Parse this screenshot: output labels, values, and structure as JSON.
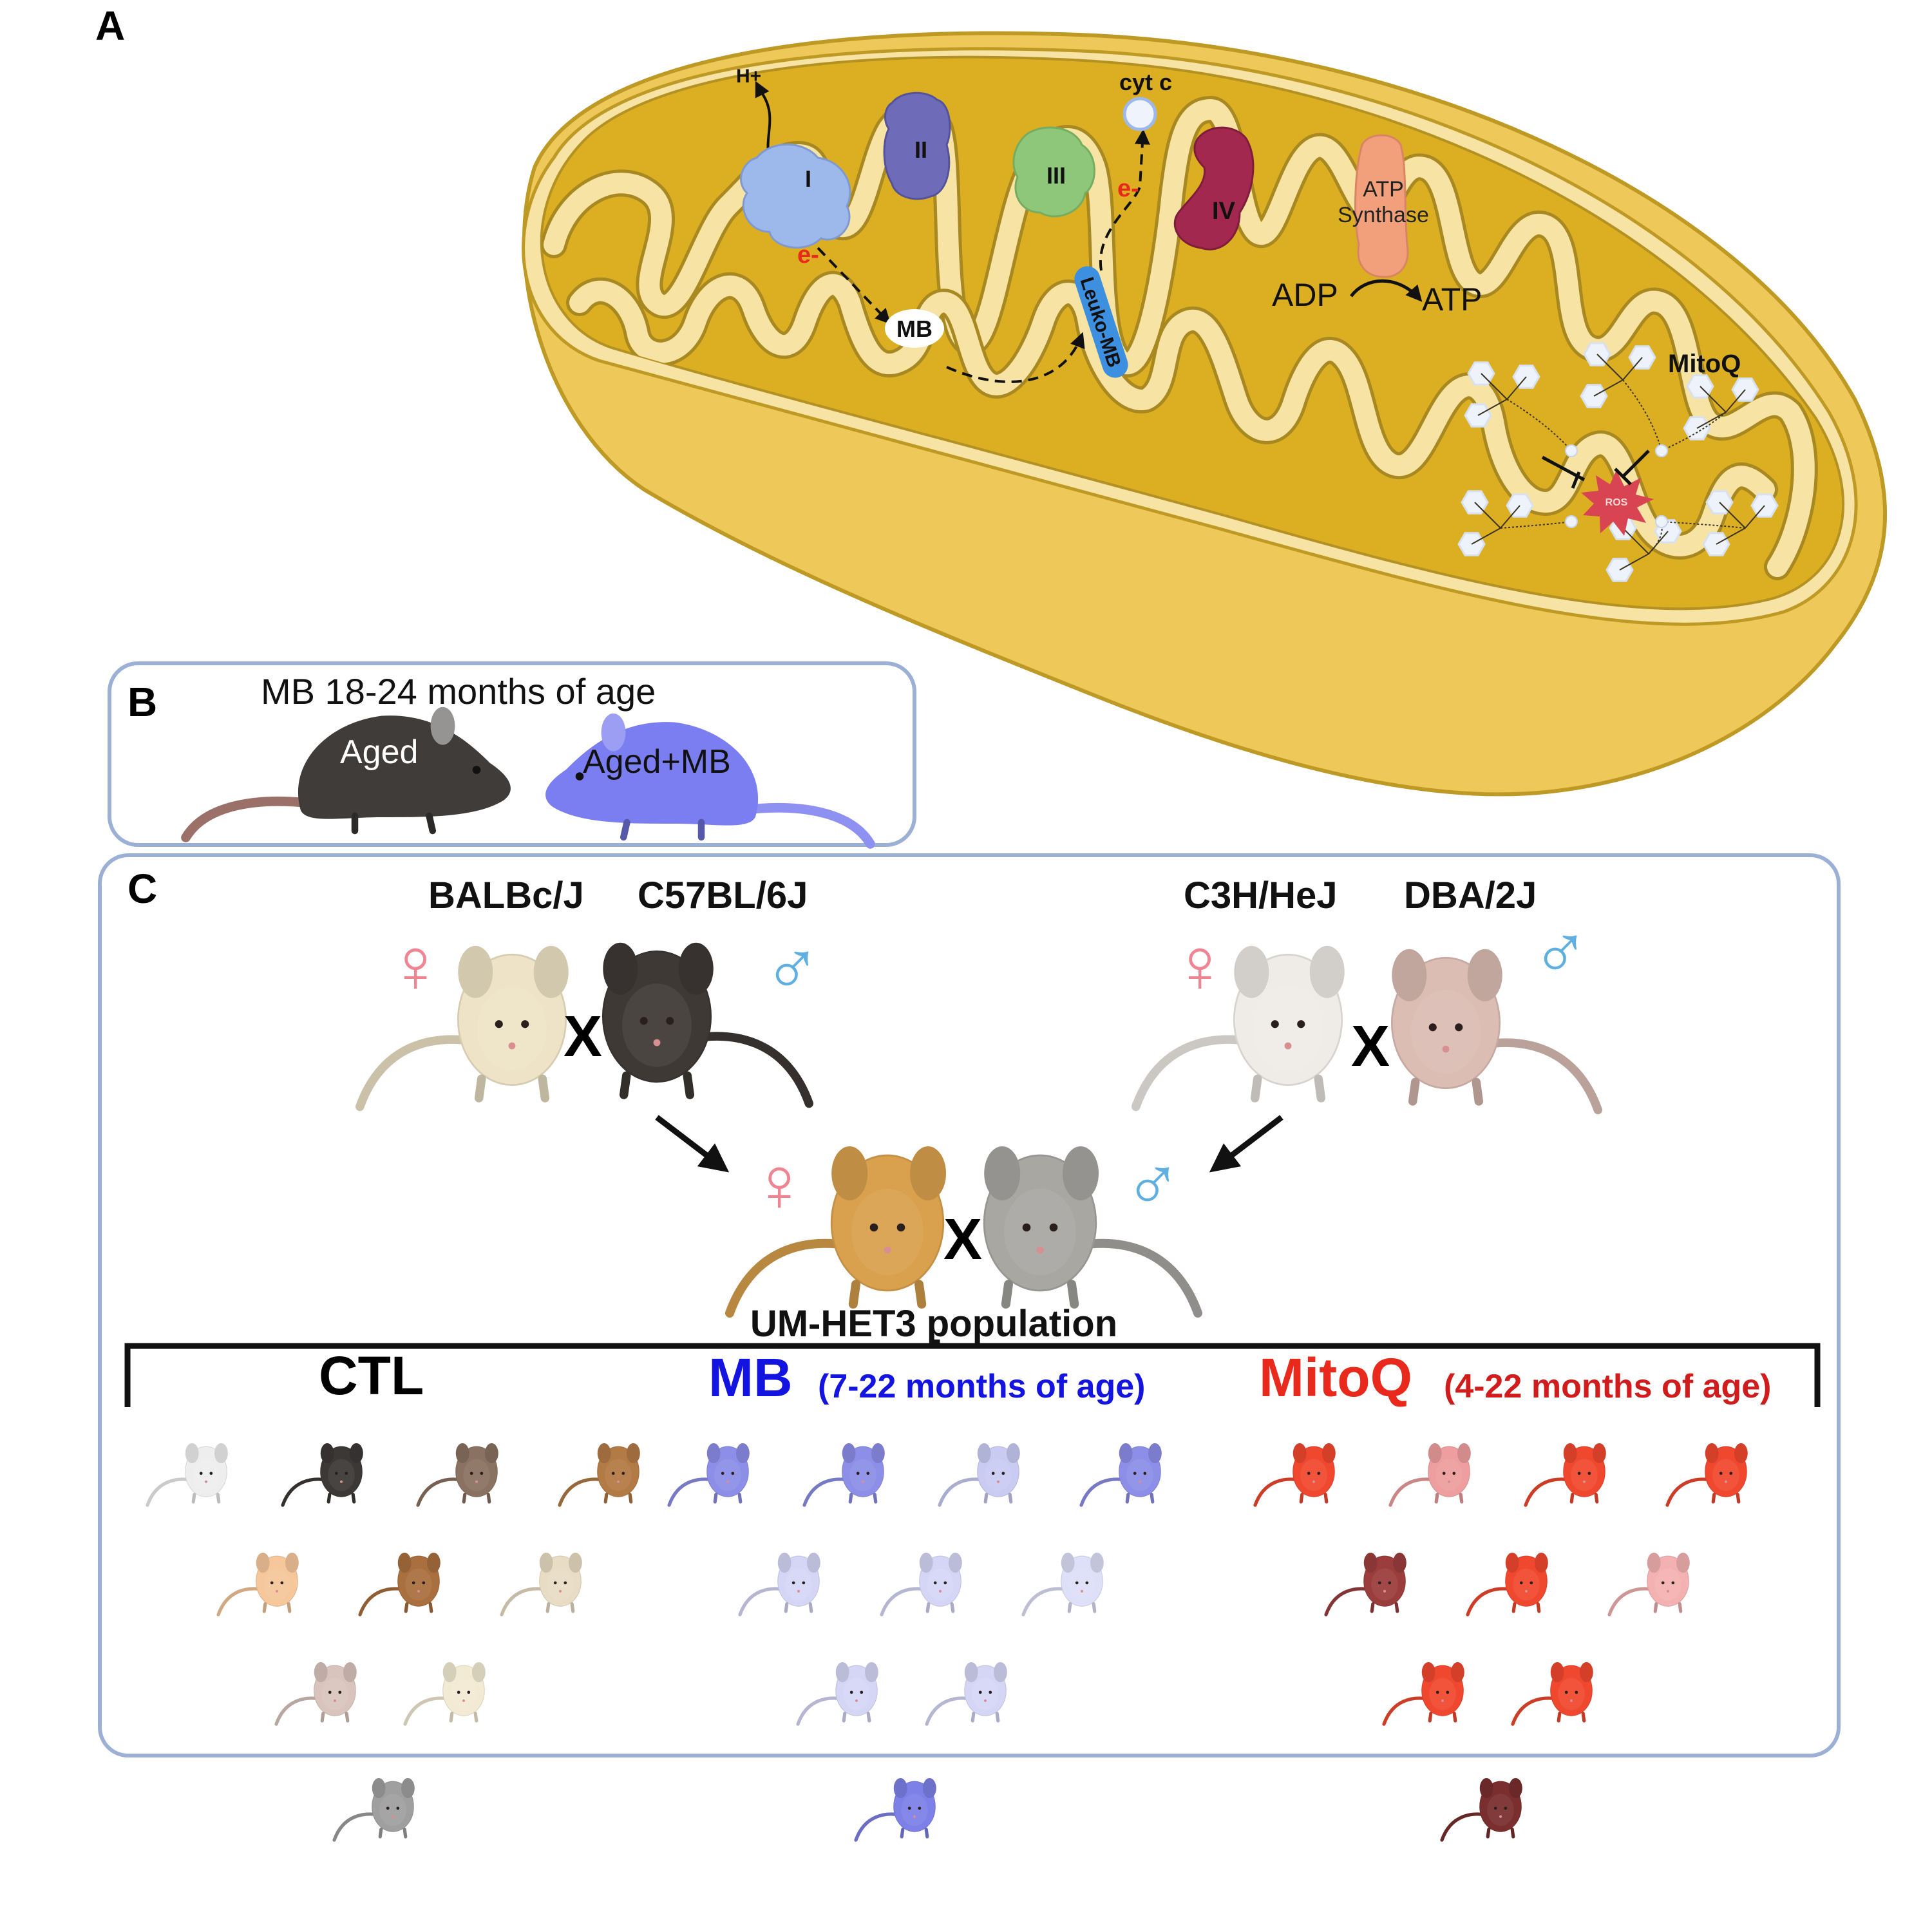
{
  "figure": {
    "panels": {
      "A": {
        "letter": "A"
      },
      "B": {
        "letter": "B"
      },
      "C": {
        "letter": "C"
      }
    }
  },
  "panel_a": {
    "complexes": [
      {
        "id": "complex-i",
        "label": "I",
        "color": "#9db8ea"
      },
      {
        "id": "complex-ii",
        "label": "II",
        "color": "#6e6cb8"
      },
      {
        "id": "complex-iii",
        "label": "III",
        "color": "#8fc77a"
      },
      {
        "id": "complex-iv",
        "label": "IV",
        "color": "#a3284f"
      }
    ],
    "atp_synthase": {
      "line1": "ATP",
      "line2": "Synthase",
      "color": "#f2a07b"
    },
    "proton_label": "H+",
    "cytc_label": "cyt c",
    "electron_label_1": "e-",
    "electron_label_2": "e-",
    "mb_label": "MB",
    "leuko_mb_label": "Leuko-MB",
    "leuko_mb_color": "#3d8fe0",
    "adp_label": "ADP",
    "atp_label": "ATP",
    "mitoq_label": "MitoQ",
    "ros_label": "ROS",
    "ros_color": "#d94452",
    "mito_colors": {
      "outer": "#e0b52a",
      "membrane": "#f7e3a3",
      "matrix": "#dcae22",
      "body": "#eec95a"
    },
    "electron_color": "#e8291c"
  },
  "panel_b": {
    "title": "MB 18-24 months of age",
    "mouse_aged": {
      "label": "Aged",
      "color": "#3f3c3a"
    },
    "mouse_aged_mb": {
      "label": "Aged+MB",
      "color": "#7b7ef0"
    },
    "border_color": "#9cb0d6"
  },
  "panel_c": {
    "border_color": "#9cb0d6",
    "cross_symbol": "X",
    "female_symbol": "♀",
    "male_symbol": "♂",
    "female_color": "#ef8593",
    "male_color": "#5fb0e0",
    "strains_left": {
      "female": "BALBc/J",
      "male": "C57BL/6J",
      "female_color": "#eee3c6",
      "male_color": "#3e3935"
    },
    "strains_right": {
      "female": "C3H/HeJ",
      "male": "DBA/2J",
      "female_color": "#efebe6",
      "male_color": "#dbbdb4"
    },
    "f1_pair": {
      "female_color": "#d9a04d",
      "male_color": "#a8a7a2"
    },
    "population_label": "UM-HET3 population",
    "groups": [
      {
        "name": "CTL",
        "detail": "",
        "color": "#000000",
        "mice": [
          "#eeeeee",
          "#3c3836",
          "#8a7161",
          "#b27a45",
          "#f5c79a",
          "#a96f3e",
          "#e8dcc4",
          "#d9c4bd",
          "#f2ead2",
          "#9f9f9f"
        ]
      },
      {
        "name": "MB",
        "detail": "(7-22 months of age)",
        "color": "#1414e0",
        "mice": [
          "#8c8ee8",
          "#8c8ee8",
          "#c9cbf3",
          "#8c8ee8",
          "#d5d6f6",
          "#d5d6f6",
          "#dedff8",
          "#d5d6f6",
          "#d5d6f6",
          "#7d80e6"
        ]
      },
      {
        "name": "MitoQ",
        "detail": "(4-22 months of age)",
        "color": "#e8291c",
        "detail_color": "#d01c1c",
        "mice": [
          "#f0482e",
          "#ee9e9e",
          "#f0482e",
          "#f0482e",
          "#9b3d3d",
          "#f0482e",
          "#f4b1b1",
          "#f0482e",
          "#f0482e",
          "#7a2e2e"
        ]
      }
    ]
  }
}
